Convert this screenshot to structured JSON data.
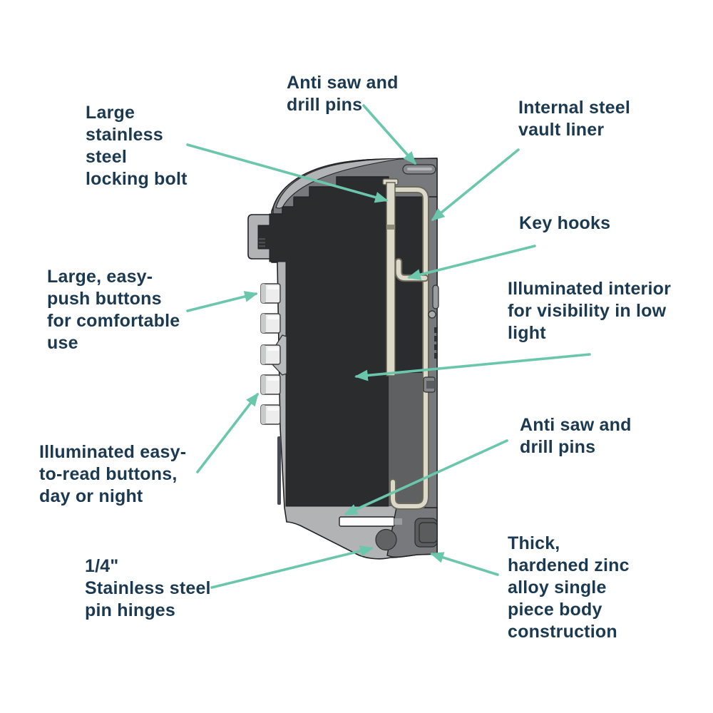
{
  "figure": {
    "subject": "Key safe cutaway cross-section feature diagram",
    "colors": {
      "background": "#ffffff",
      "label_text": "#1b3950",
      "arrow": "#6bc7ac",
      "body_light": "#b2b3b4",
      "body_mid": "#77797c",
      "interior_dark": "#2a2c2e",
      "interior_floor": "#5e6062",
      "liner": "#dcd9cb",
      "liner_edge": "#6b695a",
      "button": "#ededed",
      "pin_white": "#fcfcfc",
      "outline": "#202124"
    },
    "labels": [
      {
        "id": "large-locking-bolt",
        "text": "Large\nstainless\nsteel\nlocking bolt"
      },
      {
        "id": "anti-saw-drill-pins-top",
        "text": "Anti saw and\ndrill pins"
      },
      {
        "id": "internal-steel-vault-liner",
        "text": "Internal steel\nvault liner"
      },
      {
        "id": "key-hooks",
        "text": "Key hooks"
      },
      {
        "id": "large-easy-push-buttons",
        "text": "Large, easy-\npush buttons\nfor comfortable\nuse"
      },
      {
        "id": "illuminated-interior",
        "text": "Illuminated interior\nfor visibility in low\nlight"
      },
      {
        "id": "illuminated-buttons",
        "text": "Illuminated easy-\nto-read buttons,\nday or night"
      },
      {
        "id": "anti-saw-drill-pins-right",
        "text": "Anti saw and\ndrill pins"
      },
      {
        "id": "stainless-pin-hinges",
        "text": "1/4\"\nStainless steel\npin hinges"
      },
      {
        "id": "zinc-alloy-body",
        "text": "Thick,\nhardened zinc\nalloy single\npiece body\nconstruction"
      }
    ]
  }
}
